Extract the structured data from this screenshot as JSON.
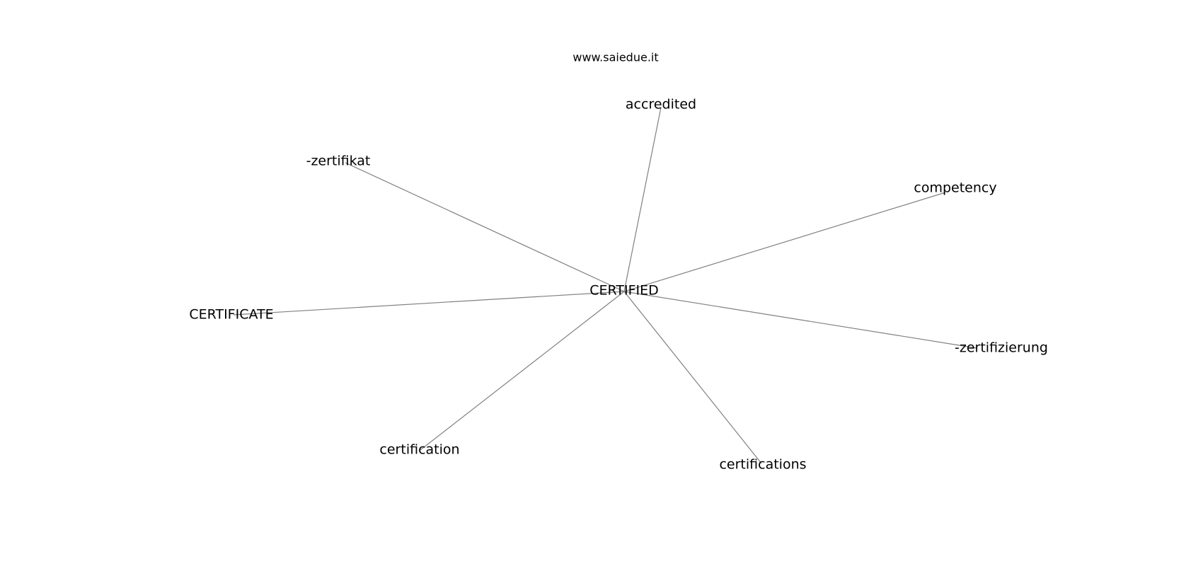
{
  "site": "www.saiedue.it",
  "center": {
    "label": "CERTIFIED"
  },
  "nodes": [
    {
      "label": "accredited"
    },
    {
      "label": "-zertifikat"
    },
    {
      "label": "competency"
    },
    {
      "label": "CERTIFICATE"
    },
    {
      "label": "-zertifizierung"
    },
    {
      "label": "certification"
    },
    {
      "label": "certifications"
    }
  ],
  "colors": {
    "edge": "#808080",
    "text": "#000000",
    "background": "#ffffff"
  }
}
